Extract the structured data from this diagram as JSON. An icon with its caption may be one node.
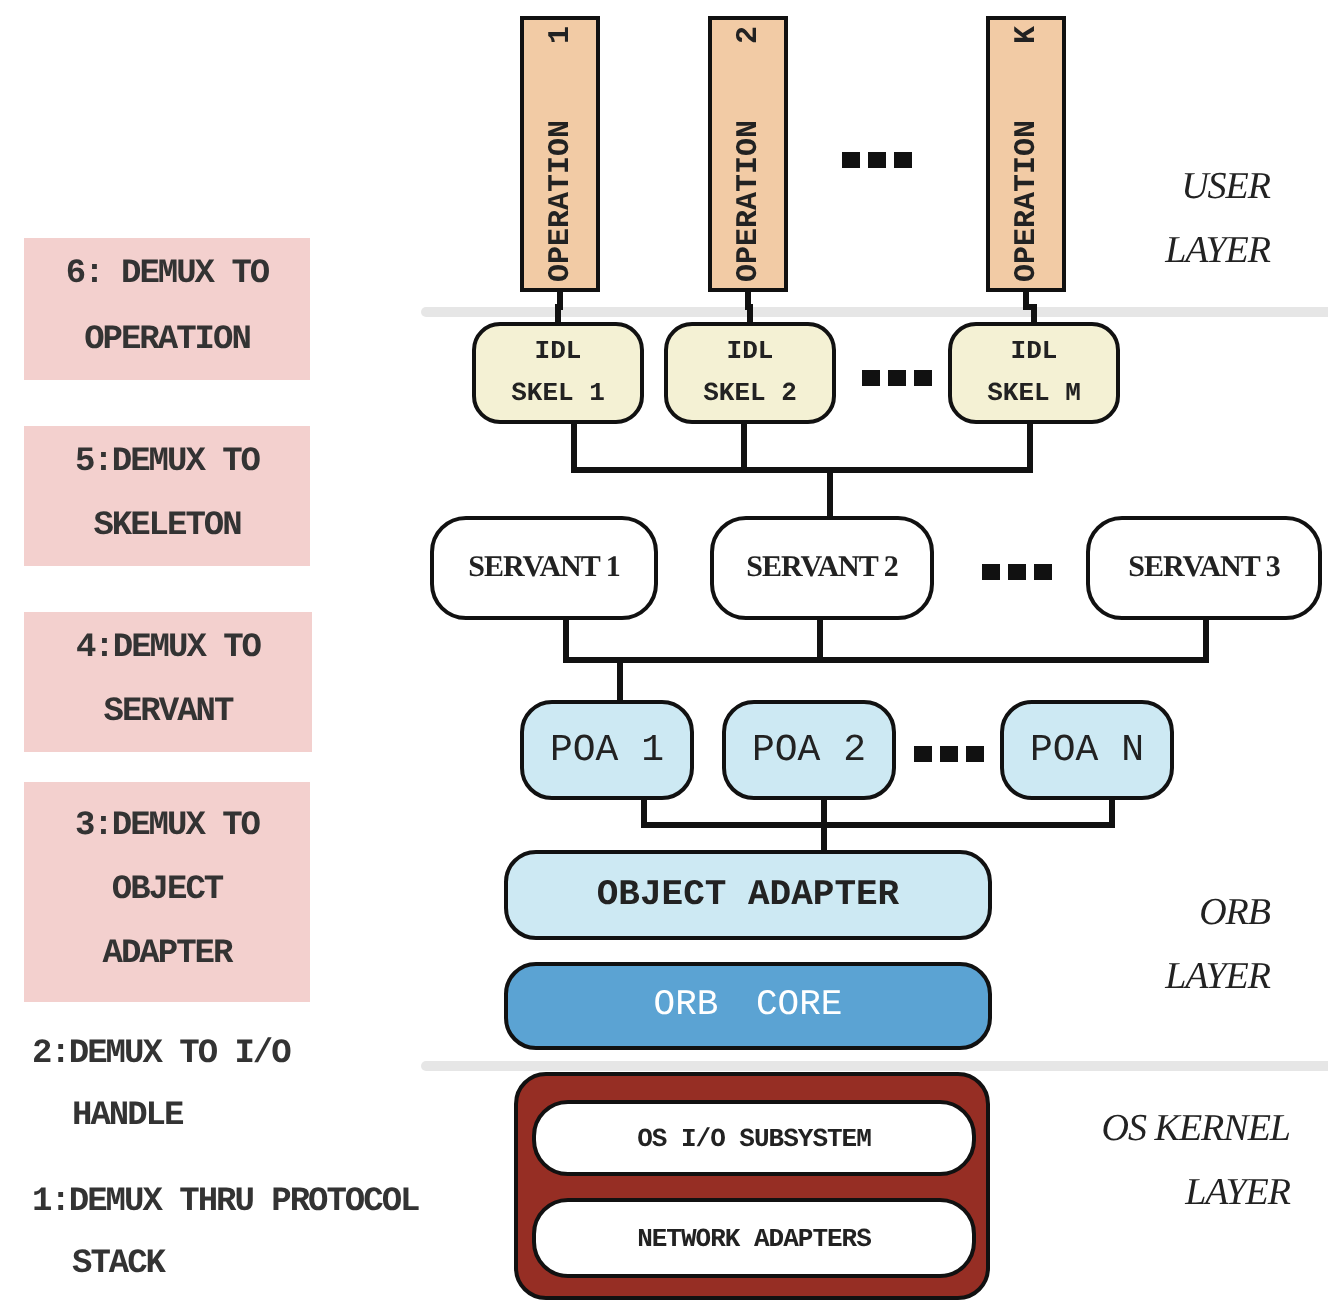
{
  "diagram": {
    "nodes": [
      {
        "text": [
          "OPERATION",
          "1"
        ]
      },
      {
        "text": [
          "OPERATION",
          "2"
        ]
      },
      {
        "text": [
          "OPERATION",
          "K"
        ]
      },
      {
        "text": [
          "IDL SKEL 1"
        ]
      },
      {
        "text": [
          "IDL SKEL 2"
        ]
      },
      {
        "text": [
          "IDL SKEL M"
        ]
      },
      {
        "text": [
          "SERVANT 1"
        ]
      },
      {
        "text": [
          "SERVANT 2"
        ]
      },
      {
        "text": [
          "SERVANT 3"
        ]
      },
      {
        "text": [
          "POA 1"
        ]
      },
      {
        "text": [
          "POA 2"
        ]
      },
      {
        "text": [
          "POA N"
        ]
      },
      {
        "text": [
          "OBJECT ADAPTER"
        ]
      },
      {
        "text": [
          "ORB CORE"
        ]
      },
      {
        "text": [],
        "shape": "box"
      },
      {
        "text": [
          "OS I/O SUBSYSTEM"
        ],
        "in": 14
      },
      {
        "text": [
          "NETWORK ADAPTERS"
        ],
        "in": 14
      },
      {
        "text": [
          "6: DEMUX TO OPERATION"
        ]
      },
      {
        "text": [
          "5:DEMUX TO SKELETON"
        ]
      },
      {
        "text": [
          "4:DEMUX TO SERVANT"
        ]
      },
      {
        "text": [
          "3:DEMUX TO OBJECT ADAPTER"
        ]
      }
    ],
    "edges": [
      {
        "from": 0,
        "to": 3,
        "arrow": "none"
      },
      {
        "from": 1,
        "to": 4,
        "arrow": "none"
      },
      {
        "from": 2,
        "to": 5,
        "arrow": "none"
      },
      {
        "from": 3,
        "to": 7,
        "arrow": "none"
      },
      {
        "from": 4,
        "to": 7,
        "arrow": "none"
      },
      {
        "from": 5,
        "to": 7,
        "arrow": "none"
      },
      {
        "from": 6,
        "to": 9,
        "arrow": "none"
      },
      {
        "from": 7,
        "to": 9,
        "arrow": "none"
      },
      {
        "from": 8,
        "to": 9,
        "arrow": "none"
      },
      {
        "from": 9,
        "to": 12,
        "arrow": "none"
      },
      {
        "from": 10,
        "to": 12,
        "arrow": "none"
      },
      {
        "from": 11,
        "to": 12,
        "arrow": "none"
      }
    ],
    "labels": [
      "USER LAYER",
      "ORB LAYER",
      "OS KERNEL LAYER",
      "2:DEMUX TO I/O HANDLE",
      "1:DEMUX THRU PROTOCOL STACK"
    ]
  }
}
